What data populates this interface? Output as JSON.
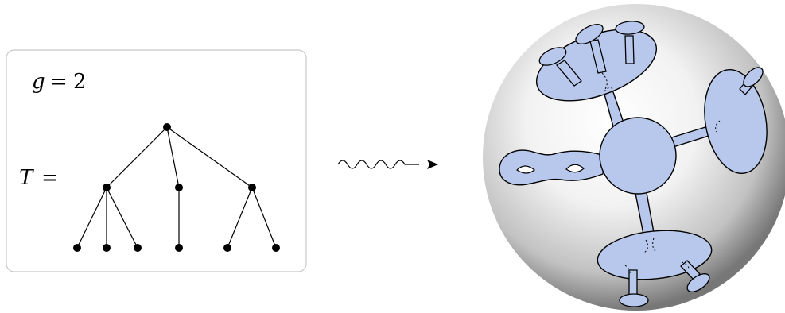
{
  "genus_label": {
    "var": "g",
    "eq": "=",
    "value": "2"
  },
  "tree_label": {
    "var": "T",
    "eq": "="
  },
  "colors": {
    "surface_fill": "#b8c8ec",
    "surface_stroke": "#000000",
    "sphere_light": "#ffffff",
    "sphere_dark": "#7a7a7a",
    "box_stroke": "#c8c8c8"
  },
  "icons": {
    "arrow": "squiggly-arrow-icon"
  }
}
